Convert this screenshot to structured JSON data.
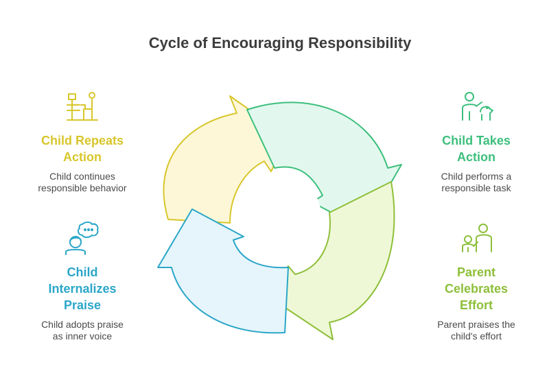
{
  "title": "Cycle of Encouraging Responsibility",
  "colors": {
    "yellow": "#d8c62a",
    "green": "#3cbf7c",
    "lime": "#8dbf3a",
    "blue": "#2aa6c8",
    "text": "#3d3d3d"
  },
  "steps": [
    {
      "id": "child-repeats-action",
      "heading_lines": [
        "Child Repeats",
        "Action"
      ],
      "description_lines": [
        "Child continues",
        "responsible behavior"
      ],
      "icon": "child-at-desk-icon"
    },
    {
      "id": "child-takes-action",
      "heading_lines": [
        "Child Takes",
        "Action"
      ],
      "description_lines": [
        "Child performs a",
        "responsible task"
      ],
      "icon": "child-with-pet-icon"
    },
    {
      "id": "parent-celebrates-effort",
      "heading_lines": [
        "Parent",
        "Celebrates",
        "Effort"
      ],
      "description_lines": [
        "Parent praises the",
        "child's effort"
      ],
      "icon": "parent-and-child-icon"
    },
    {
      "id": "child-internalizes-praise",
      "heading_lines": [
        "Child",
        "Internalizes",
        "Praise"
      ],
      "description_lines": [
        "Child adopts praise",
        "as inner voice"
      ],
      "icon": "child-thinking-icon"
    }
  ]
}
